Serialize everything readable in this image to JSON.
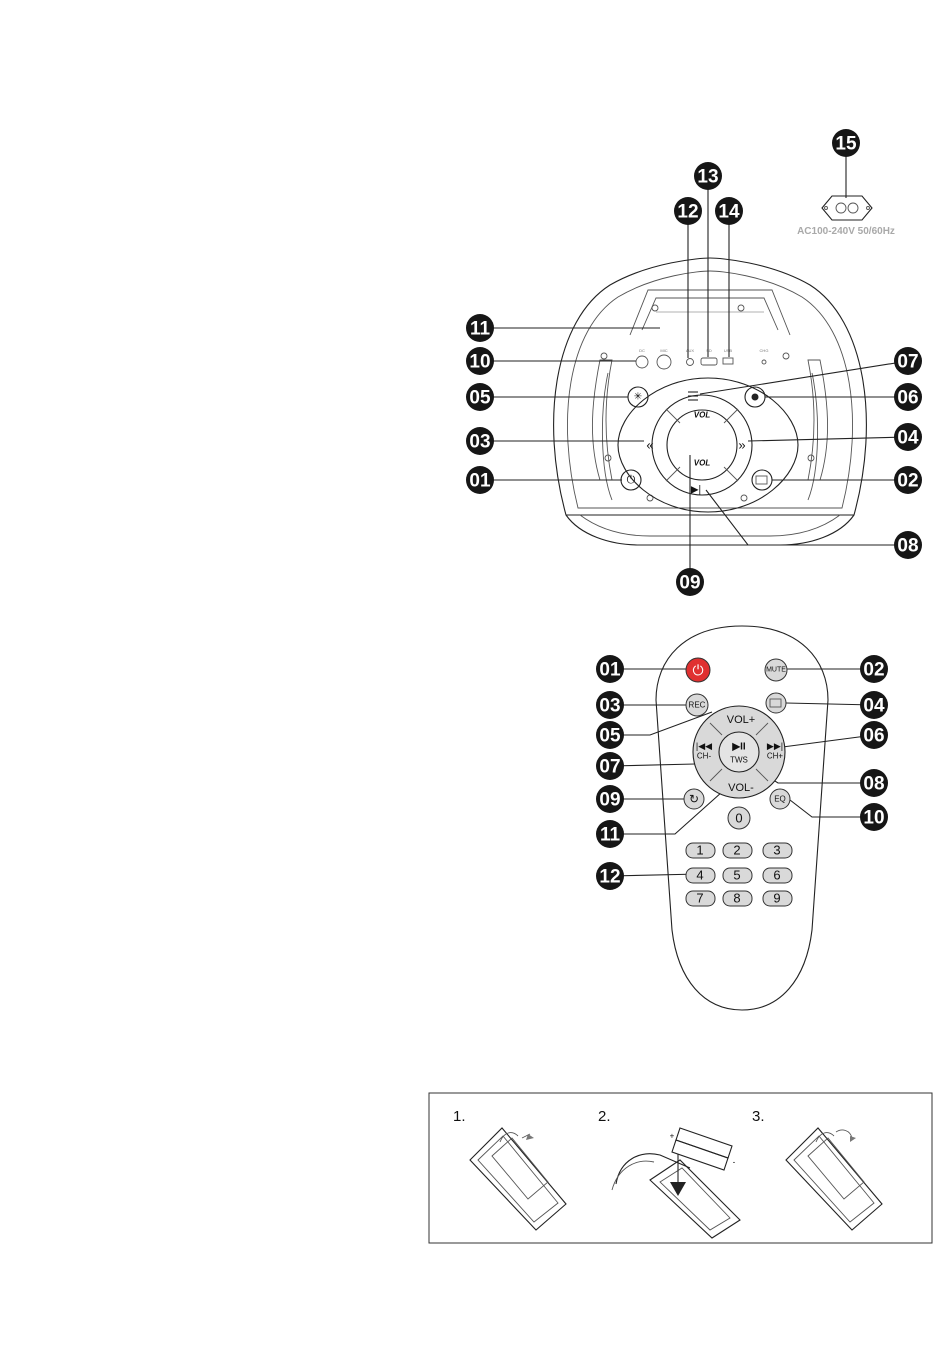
{
  "speaker_panel": {
    "callouts": [
      "01",
      "02",
      "03",
      "04",
      "05",
      "06",
      "07",
      "08",
      "09",
      "10",
      "11",
      "12",
      "13",
      "14",
      "15"
    ],
    "power_rating": "AC100-240V 50/60Hz",
    "vol_label": "VOL"
  },
  "remote_control": {
    "callouts": [
      "01",
      "02",
      "03",
      "04",
      "05",
      "06",
      "07",
      "08",
      "09",
      "10",
      "11",
      "12"
    ],
    "buttons": {
      "mute": "MUTE",
      "rec": "REC",
      "vol_up": "VOL+",
      "vol_down": "VOL-",
      "prev_label": "CH-",
      "next_label": "CH+",
      "play_pause_label": "TWS",
      "eq": "EQ",
      "digits": [
        "0",
        "1",
        "2",
        "3",
        "4",
        "5",
        "6",
        "7",
        "8",
        "9"
      ]
    },
    "button_colors": {
      "power": "#e03030",
      "keys": "#d9d9d9"
    }
  },
  "battery_steps": {
    "labels": [
      "1.",
      "2.",
      "3."
    ]
  }
}
